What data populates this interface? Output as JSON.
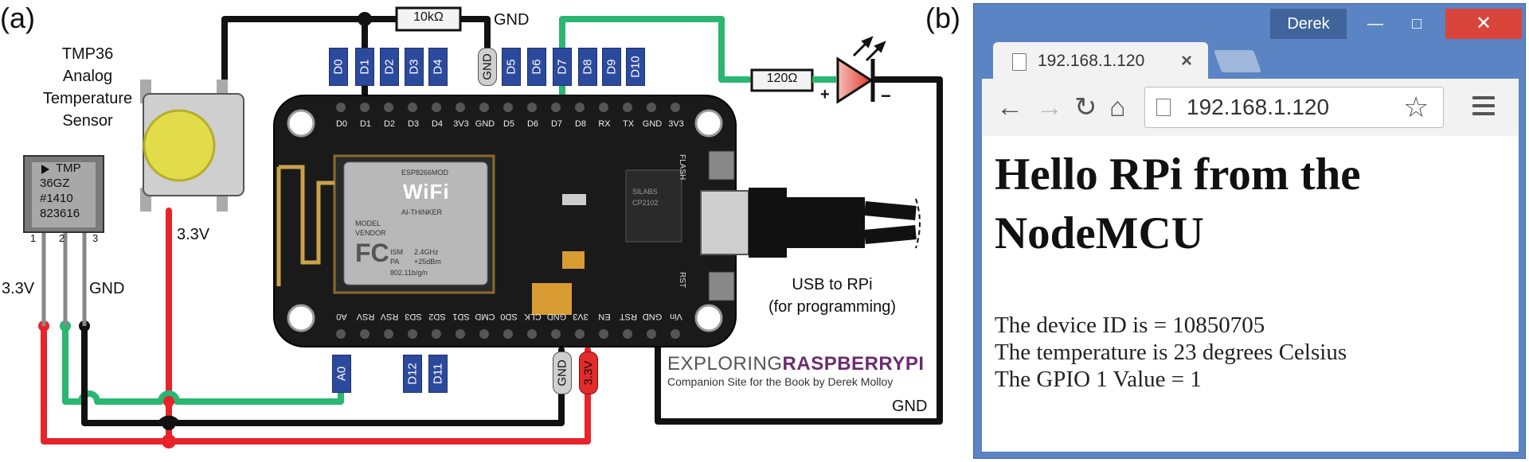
{
  "panels": {
    "a": "(a)",
    "b": "(b)"
  },
  "sensor": {
    "title_lines": [
      "TMP36",
      "Analog",
      "Temperature",
      "Sensor"
    ],
    "chip_lines": [
      "TMP",
      "36GZ",
      "#1410",
      "823616"
    ],
    "pin_numbers": [
      "1",
      "2",
      "3"
    ],
    "left_label": "3.3V",
    "right_label": "GND"
  },
  "button": {
    "label": "3.3V"
  },
  "resistors": {
    "top": "10kΩ",
    "led": "120Ω"
  },
  "gnd_labels": {
    "top": "GND",
    "right": "GND"
  },
  "top_pins": [
    "D0",
    "D1",
    "D2",
    "D3",
    "D4",
    "GND",
    "D5",
    "D6",
    "D7",
    "D8",
    "D9",
    "D10"
  ],
  "bottom_pins": [
    "A0",
    "D12",
    "D11",
    "GND",
    "3.3V"
  ],
  "board": {
    "top_header": [
      "D0",
      "D1",
      "D2",
      "D3",
      "D4",
      "3V3",
      "GND",
      "D5",
      "D6",
      "D7",
      "D8",
      "RX",
      "TX",
      "GND",
      "3V3"
    ],
    "bottom_header": [
      "A0",
      "RSV",
      "RSV",
      "SD3",
      "SD2",
      "SD1",
      "CMD",
      "SD0",
      "CLK",
      "GND",
      "3V3",
      "EN",
      "RST",
      "GND",
      "Vin"
    ],
    "flash": "FLASH",
    "rst": "RST",
    "module_text": [
      "MODEL",
      "VENDOR",
      "ISM",
      "PA",
      "ESP8266MOD",
      "AI-THINKER",
      "2.4GHz",
      "+25dBm",
      "802.11b/g/n"
    ],
    "wifi": "WiFi",
    "fcc": "FC",
    "chip_text": [
      "SILABS",
      "CP2102"
    ]
  },
  "led": {
    "plus": "+",
    "minus": "−"
  },
  "usb": {
    "line1": "USB to RPi",
    "line2": "(for programming)"
  },
  "brand": {
    "part1": "EXPLORING",
    "part2": "RASPBERRYPI",
    "tagline": "Companion Site for the Book by Derek Molloy"
  },
  "browser": {
    "user": "Derek",
    "tab_title": "192.168.1.120",
    "url": "192.168.1.120",
    "heading": "Hello RPi from the NodeMCU",
    "lines": [
      "The device ID is = 10850705",
      "The temperature is 23 degrees Celsius",
      "The GPIO 1 Value = 1"
    ]
  },
  "colors": {
    "red_wire": "#e8232a",
    "green_wire": "#2bb673",
    "black_wire": "#111111",
    "pin_blue": "#2c4a9d",
    "browser_frame": "#5b84c4"
  }
}
